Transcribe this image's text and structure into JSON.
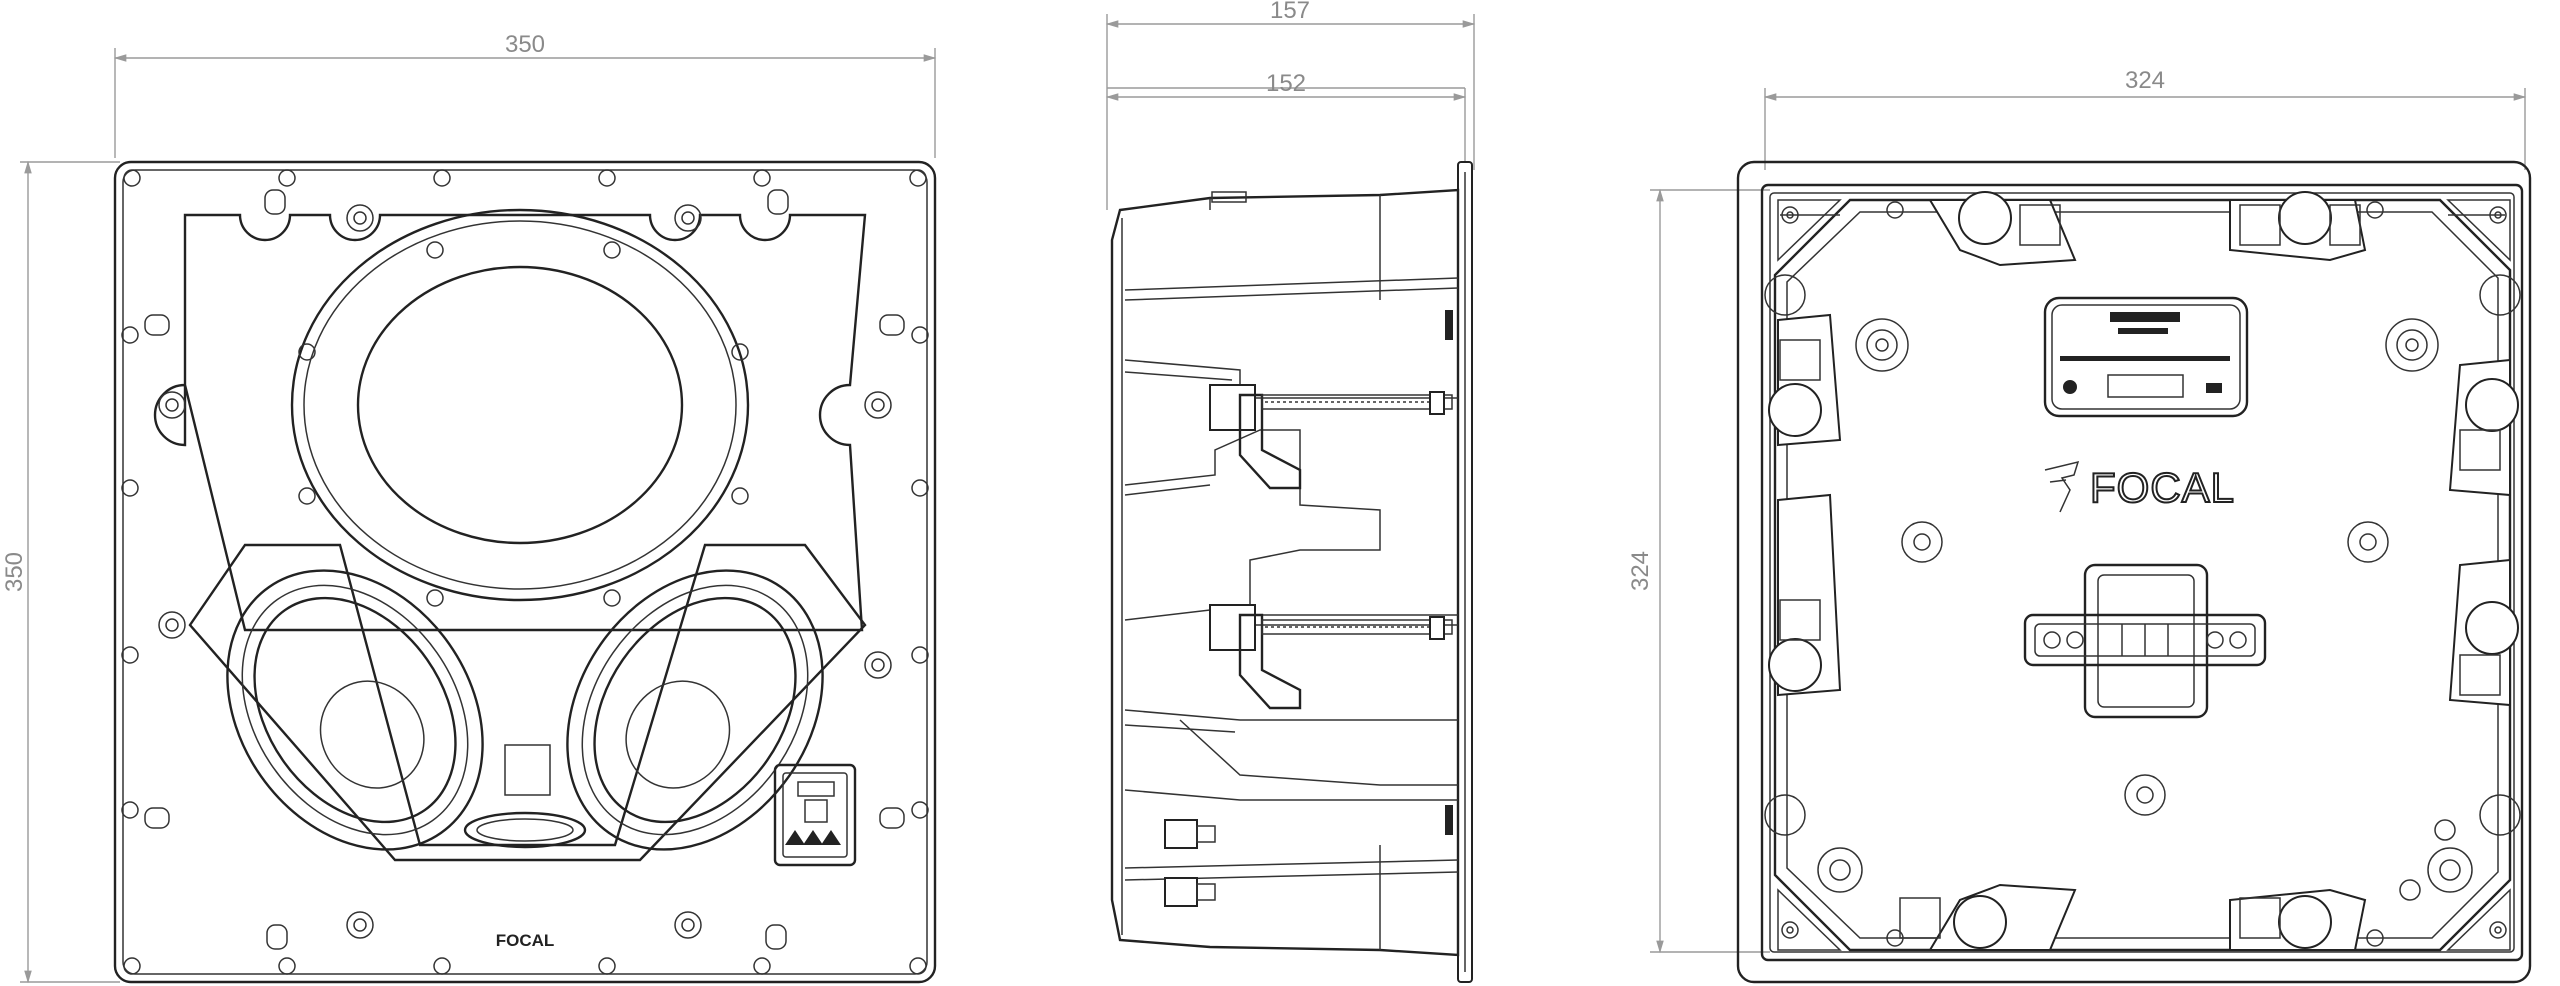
{
  "dimensions": {
    "front_width": "350",
    "front_height": "350",
    "side_depth_overall": "157",
    "side_depth_body": "152",
    "back_width": "324",
    "back_height": "324"
  },
  "labels": {
    "front_logo": "FOCAL",
    "back_logo": "FOCAL"
  },
  "icons": {
    "front_view": "speaker-front-view",
    "side_view": "speaker-side-view",
    "back_view": "speaker-back-view",
    "terminal": "terminal-block-icon",
    "brand": "focal-logo-icon"
  }
}
